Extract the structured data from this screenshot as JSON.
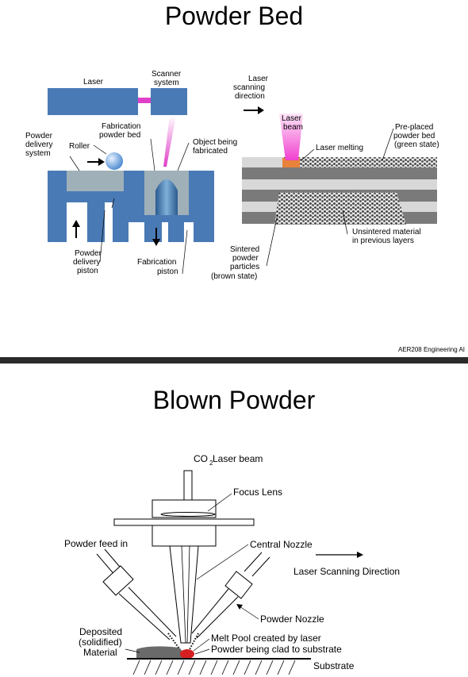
{
  "slide1": {
    "title": "Powder Bed",
    "footer": "AER208 Engineering AI",
    "labels": {
      "laser": "Laser",
      "scanner1": "Scanner",
      "scanner2": "system",
      "fab_bed1": "Fabrication",
      "fab_bed2": "powder bed",
      "powder_delivery1": "Powder",
      "powder_delivery2": "delivery",
      "powder_delivery3": "system",
      "roller": "Roller",
      "object1": "Object being",
      "object2": "fabricated",
      "piston_a1": "Powder",
      "piston_a2": "delivery",
      "piston_a3": "piston",
      "piston_b1": "Fabrication",
      "piston_b2": "piston",
      "scan_dir1": "Laser",
      "scan_dir2": "scanning",
      "scan_dir3": "direction",
      "laser_beam1": "Laser",
      "laser_beam2": "beam",
      "laser_melting": "Laser melting",
      "preplaced1": "Pre-placed",
      "preplaced2": "powder bed",
      "preplaced3": "(green state)",
      "unsintered1": "Unsintered material",
      "unsintered2": "in previous layers",
      "sintered1": "Sintered",
      "sintered2": "powder",
      "sintered3": "particles",
      "sintered4": "(brown state)"
    }
  },
  "slide2": {
    "title": "Blown Powder",
    "labels": {
      "co2_main": "CO",
      "co2_sub": "2",
      "co2_rest": " Laser beam",
      "focus_lens": "Focus Lens",
      "powder_feed": "Powder feed in",
      "central_nozzle": "Central Nozzle",
      "scan_direction": "Laser Scanning Direction",
      "powder_nozzle": "Powder Nozzle",
      "deposited1": "Deposited",
      "deposited2": "(solidified)",
      "deposited3": "Material",
      "melt_pool": "Melt Pool created by laser",
      "powder_clad": "Powder being clad to substrate",
      "substrate": "Substrate"
    }
  },
  "colors": {
    "machine_blue": "#4a7ab5",
    "powder_grey": "#9fb0b8",
    "laser_magenta": "#e040c8",
    "melt_red": "#d42020",
    "layer_grey": "#7a7a7a"
  }
}
